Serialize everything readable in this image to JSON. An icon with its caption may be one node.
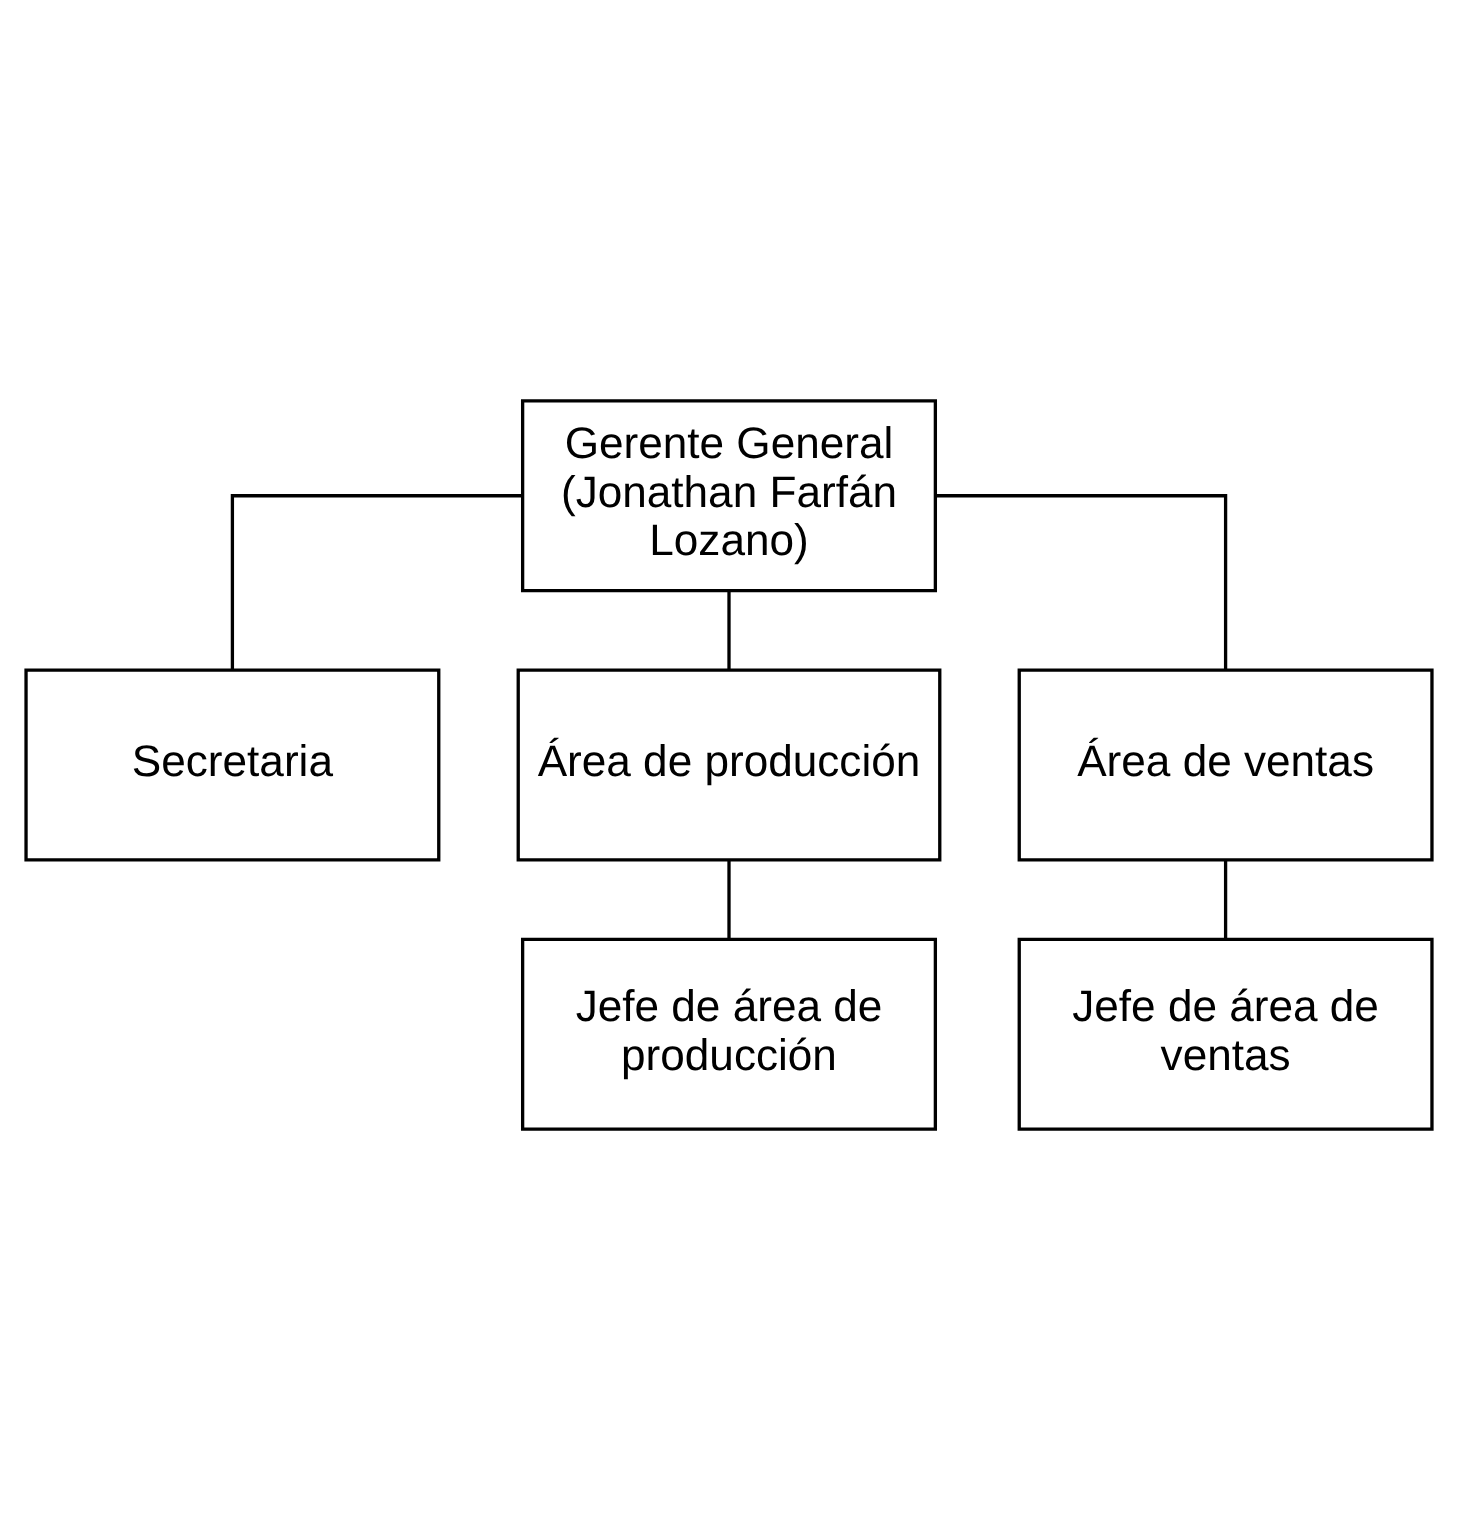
{
  "diagram": {
    "nodes": [
      {
        "text": [
          "Gerente General (Jonathan Farfán Lozano)"
        ]
      },
      {
        "text": [
          "Secretaria"
        ]
      },
      {
        "text": [
          "Área de producción"
        ]
      },
      {
        "text": [
          "Área de ventas"
        ]
      },
      {
        "text": [
          "Jefe de área de producción"
        ]
      },
      {
        "text": [
          "Jefe de área de ventas"
        ]
      }
    ],
    "edges": [
      {
        "from": 0,
        "to": 1,
        "arrow": "none"
      },
      {
        "from": 0,
        "to": 2,
        "arrow": "none"
      },
      {
        "from": 0,
        "to": 3,
        "arrow": "none"
      },
      {
        "from": 2,
        "to": 4,
        "arrow": "none"
      },
      {
        "from": 3,
        "to": 5,
        "arrow": "none"
      }
    ]
  }
}
